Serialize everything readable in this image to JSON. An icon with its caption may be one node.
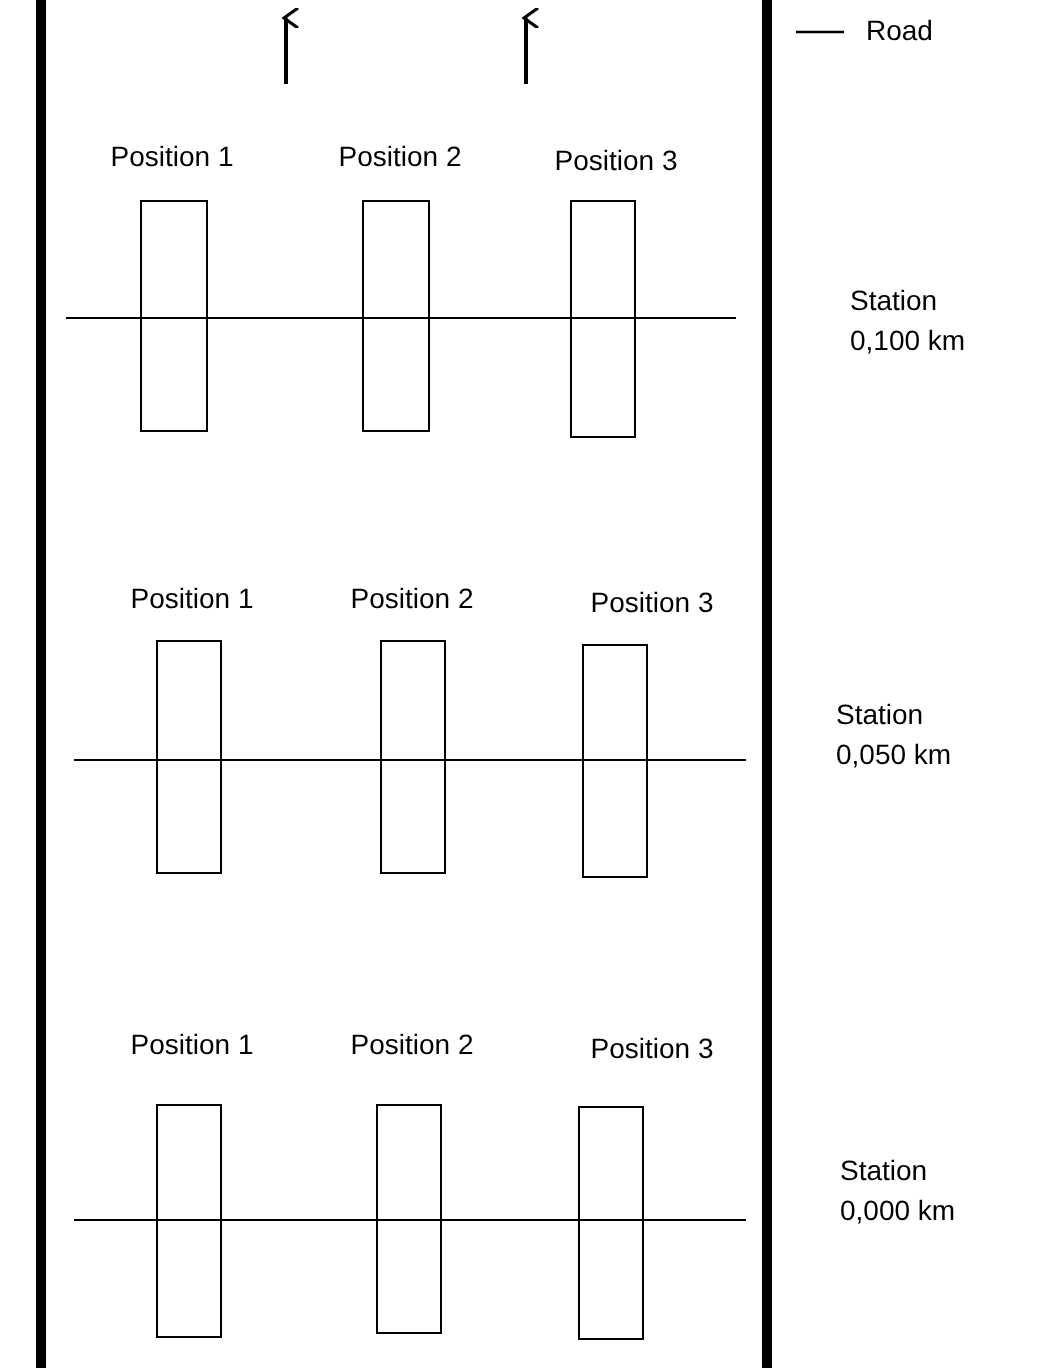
{
  "diagram": {
    "nodes": [
      {
        "text": [
          "Position 1"
        ]
      },
      {
        "text": [
          "Position 2"
        ]
      },
      {
        "text": [
          "Position 3"
        ]
      },
      {
        "text": [
          "Position 1"
        ]
      },
      {
        "text": [
          "Position 2"
        ]
      },
      {
        "text": [
          "Position 3"
        ]
      },
      {
        "text": [
          "Position 1"
        ]
      },
      {
        "text": [
          "Position 2"
        ]
      },
      {
        "text": [
          "Position 3"
        ]
      }
    ],
    "labels": [
      "Station 0,100 km",
      "Station 0,050 km",
      "Station 0,000 km"
    ],
    "legend": [
      {
        "text": "Road"
      }
    ]
  }
}
